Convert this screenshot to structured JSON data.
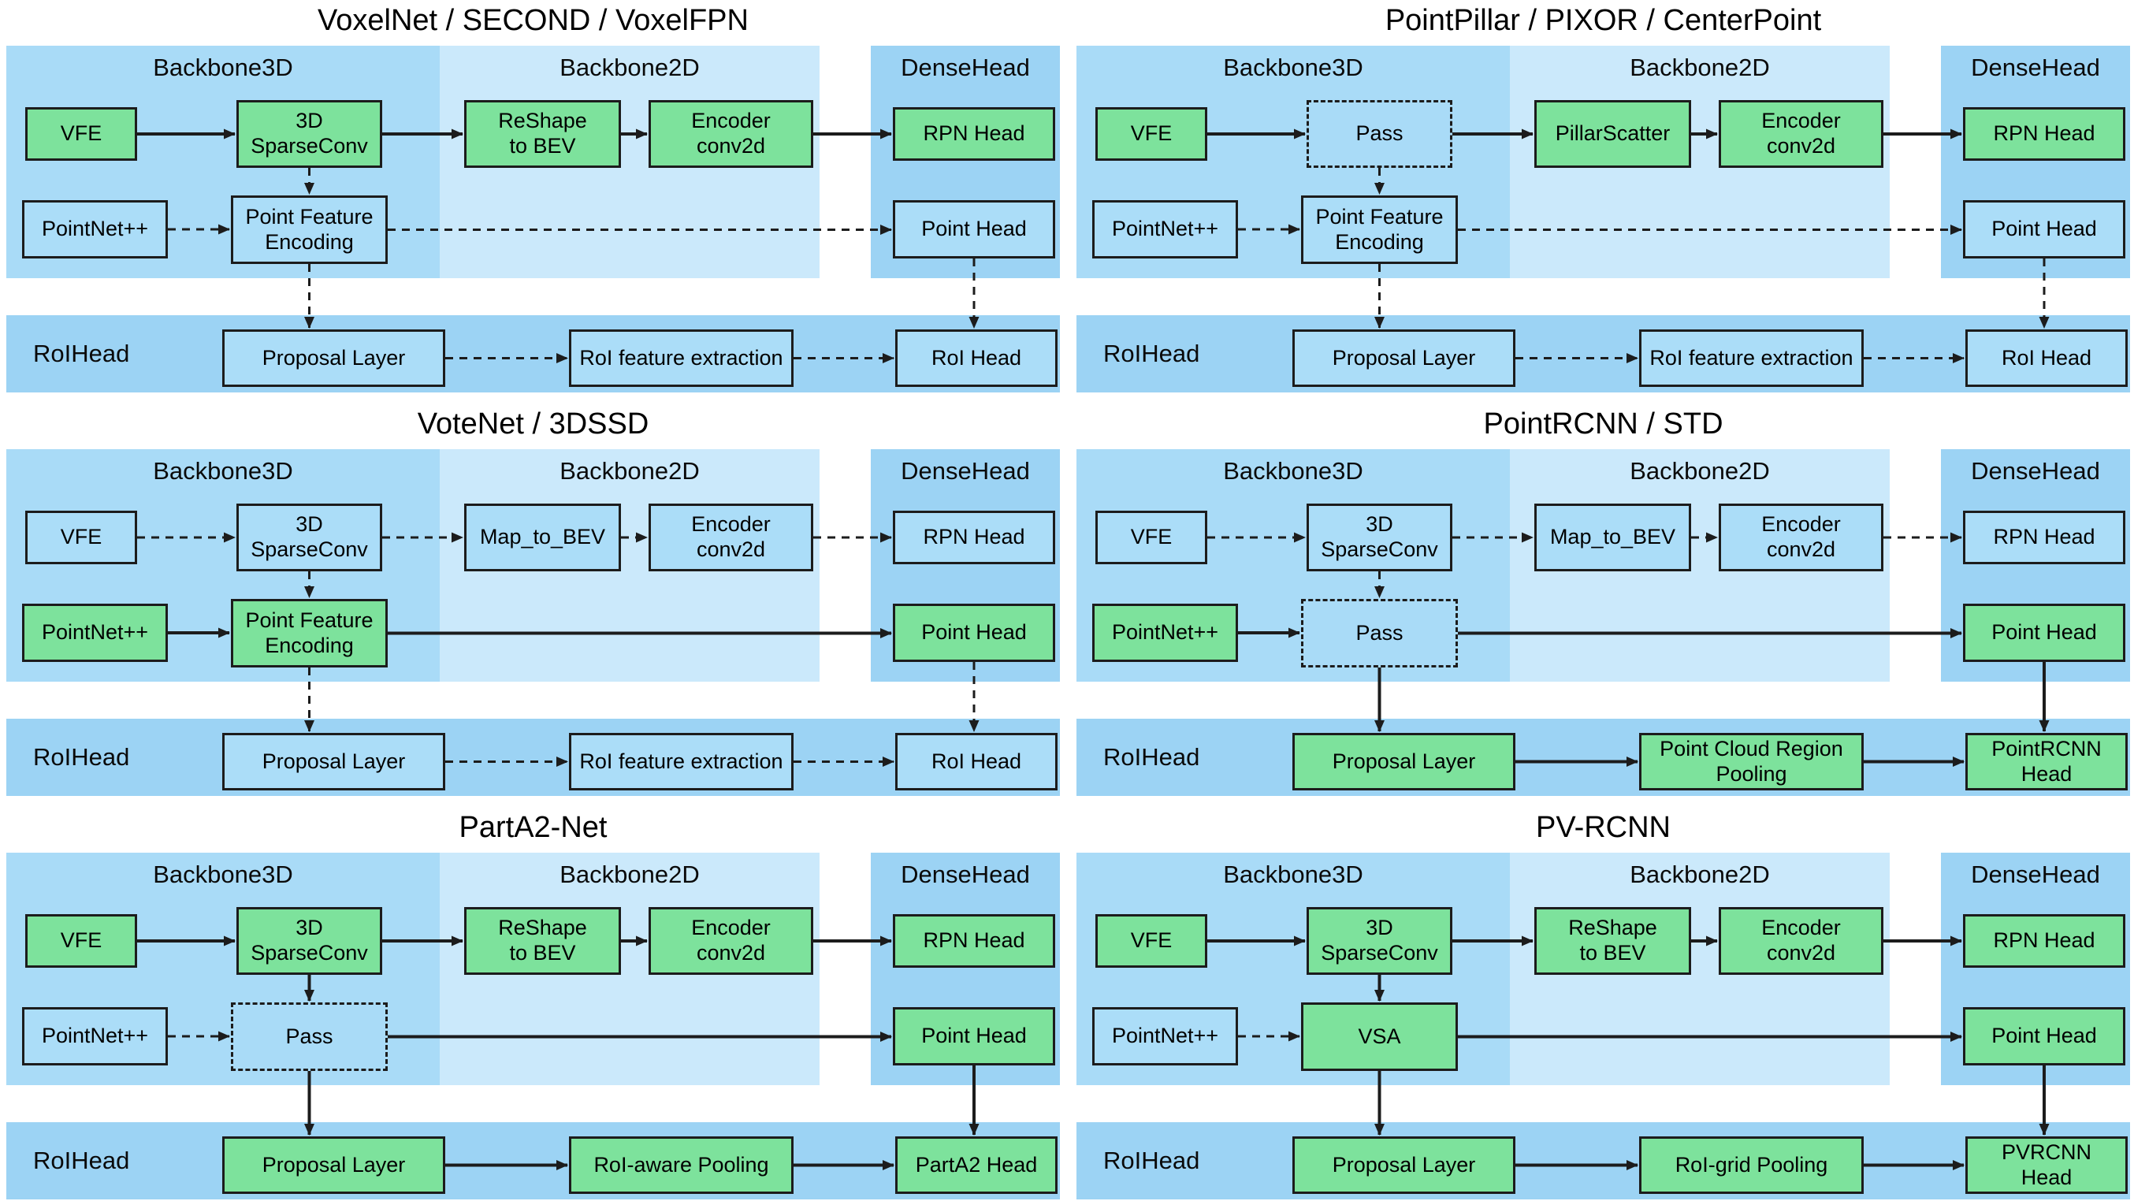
{
  "diagram": {
    "colors": {
      "green_box": "#7de29c",
      "blue_box": "#abddf8",
      "backbone3d_band": "#a9dbf7",
      "backbone2d_band": "#cbe9fb",
      "head_band": "#9cd3f4",
      "arrow": "#1c1c1c"
    },
    "band_labels": {
      "backbone3d": "Backbone3D",
      "backbone2d": "Backbone2D",
      "densehead": "DenseHead",
      "roihead": "RoIHead"
    },
    "panels": [
      {
        "title": "VoxelNet / SECOND / VoxelFPN",
        "boxes": [
          {
            "slot": "A",
            "label": "VFE",
            "style": "green"
          },
          {
            "slot": "B",
            "label": "3D\nSparseConv",
            "style": "green"
          },
          {
            "slot": "C",
            "label": "ReShape\nto BEV",
            "style": "green"
          },
          {
            "slot": "D",
            "label": "Encoder\nconv2d",
            "style": "green"
          },
          {
            "slot": "E",
            "label": "RPN Head",
            "style": "green"
          },
          {
            "slot": "F",
            "label": "PointNet++",
            "style": "blue"
          },
          {
            "slot": "G",
            "label": "Point Feature\nEncoding",
            "style": "blue"
          },
          {
            "slot": "H",
            "label": "Point Head",
            "style": "blue"
          },
          {
            "slot": "I",
            "label": "Proposal Layer",
            "style": "blue"
          },
          {
            "slot": "J",
            "label": "RoI feature extraction",
            "style": "blue"
          },
          {
            "slot": "K",
            "label": "RoI Head",
            "style": "blue"
          }
        ],
        "arrows": [
          {
            "from": "A",
            "to": "B",
            "style": "solid"
          },
          {
            "from": "B",
            "to": "C",
            "style": "solid"
          },
          {
            "from": "C",
            "to": "D",
            "style": "solid"
          },
          {
            "from": "D",
            "to": "E",
            "style": "solid"
          },
          {
            "from": "B",
            "to": "G",
            "style": "dashed"
          },
          {
            "from": "F",
            "to": "G",
            "style": "dashed"
          },
          {
            "from": "G",
            "to": "H",
            "style": "dashed"
          },
          {
            "from": "G",
            "to": "I",
            "style": "dashed"
          },
          {
            "from": "H",
            "to": "K",
            "style": "dashed"
          },
          {
            "from": "I",
            "to": "J",
            "style": "dashed"
          },
          {
            "from": "J",
            "to": "K",
            "style": "dashed"
          }
        ]
      },
      {
        "title": "PointPillar / PIXOR / CenterPoint",
        "boxes": [
          {
            "slot": "A",
            "label": "VFE",
            "style": "green"
          },
          {
            "slot": "B",
            "label": "Pass",
            "style": "pass"
          },
          {
            "slot": "C",
            "label": "PillarScatter",
            "style": "green"
          },
          {
            "slot": "D",
            "label": "Encoder\nconv2d",
            "style": "green"
          },
          {
            "slot": "E",
            "label": "RPN Head",
            "style": "green"
          },
          {
            "slot": "F",
            "label": "PointNet++",
            "style": "blue"
          },
          {
            "slot": "G",
            "label": "Point Feature\nEncoding",
            "style": "blue"
          },
          {
            "slot": "H",
            "label": "Point Head",
            "style": "blue"
          },
          {
            "slot": "I",
            "label": "Proposal Layer",
            "style": "blue"
          },
          {
            "slot": "J",
            "label": "RoI feature extraction",
            "style": "blue"
          },
          {
            "slot": "K",
            "label": "RoI Head",
            "style": "blue"
          }
        ],
        "arrows": [
          {
            "from": "A",
            "to": "B",
            "style": "solid"
          },
          {
            "from": "B",
            "to": "C",
            "style": "solid"
          },
          {
            "from": "C",
            "to": "D",
            "style": "solid"
          },
          {
            "from": "D",
            "to": "E",
            "style": "solid"
          },
          {
            "from": "B",
            "to": "G",
            "style": "dashed"
          },
          {
            "from": "F",
            "to": "G",
            "style": "dashed"
          },
          {
            "from": "G",
            "to": "H",
            "style": "dashed"
          },
          {
            "from": "G",
            "to": "I",
            "style": "dashed"
          },
          {
            "from": "H",
            "to": "K",
            "style": "dashed"
          },
          {
            "from": "I",
            "to": "J",
            "style": "dashed"
          },
          {
            "from": "J",
            "to": "K",
            "style": "dashed"
          }
        ]
      },
      {
        "title": "VoteNet / 3DSSD",
        "boxes": [
          {
            "slot": "A",
            "label": "VFE",
            "style": "blue"
          },
          {
            "slot": "B",
            "label": "3D\nSparseConv",
            "style": "blue"
          },
          {
            "slot": "C",
            "label": "Map_to_BEV",
            "style": "blue"
          },
          {
            "slot": "D",
            "label": "Encoder\nconv2d",
            "style": "blue"
          },
          {
            "slot": "E",
            "label": "RPN Head",
            "style": "blue"
          },
          {
            "slot": "F",
            "label": "PointNet++",
            "style": "green"
          },
          {
            "slot": "G",
            "label": "Point Feature\nEncoding",
            "style": "green"
          },
          {
            "slot": "H",
            "label": "Point Head",
            "style": "green"
          },
          {
            "slot": "I",
            "label": "Proposal Layer",
            "style": "blue"
          },
          {
            "slot": "J",
            "label": "RoI feature extraction",
            "style": "blue"
          },
          {
            "slot": "K",
            "label": "RoI Head",
            "style": "blue"
          }
        ],
        "arrows": [
          {
            "from": "A",
            "to": "B",
            "style": "dashed"
          },
          {
            "from": "B",
            "to": "C",
            "style": "dashed"
          },
          {
            "from": "C",
            "to": "D",
            "style": "dashed"
          },
          {
            "from": "D",
            "to": "E",
            "style": "dashed"
          },
          {
            "from": "B",
            "to": "G",
            "style": "dashed"
          },
          {
            "from": "F",
            "to": "G",
            "style": "solid"
          },
          {
            "from": "G",
            "to": "H",
            "style": "solid"
          },
          {
            "from": "G",
            "to": "I",
            "style": "dashed"
          },
          {
            "from": "H",
            "to": "K",
            "style": "dashed"
          },
          {
            "from": "I",
            "to": "J",
            "style": "dashed"
          },
          {
            "from": "J",
            "to": "K",
            "style": "dashed"
          }
        ]
      },
      {
        "title": "PointRCNN / STD",
        "boxes": [
          {
            "slot": "A",
            "label": "VFE",
            "style": "blue"
          },
          {
            "slot": "B",
            "label": "3D\nSparseConv",
            "style": "blue"
          },
          {
            "slot": "C",
            "label": "Map_to_BEV",
            "style": "blue"
          },
          {
            "slot": "D",
            "label": "Encoder\nconv2d",
            "style": "blue"
          },
          {
            "slot": "E",
            "label": "RPN Head",
            "style": "blue"
          },
          {
            "slot": "F",
            "label": "PointNet++",
            "style": "green"
          },
          {
            "slot": "G",
            "label": "Pass",
            "style": "pass"
          },
          {
            "slot": "H",
            "label": "Point Head",
            "style": "green"
          },
          {
            "slot": "I",
            "label": "Proposal Layer",
            "style": "green"
          },
          {
            "slot": "J",
            "label": "Point Cloud Region\nPooling",
            "style": "green"
          },
          {
            "slot": "K",
            "label": "PointRCNN\nHead",
            "style": "green"
          }
        ],
        "arrows": [
          {
            "from": "A",
            "to": "B",
            "style": "dashed"
          },
          {
            "from": "B",
            "to": "C",
            "style": "dashed"
          },
          {
            "from": "C",
            "to": "D",
            "style": "dashed"
          },
          {
            "from": "D",
            "to": "E",
            "style": "dashed"
          },
          {
            "from": "B",
            "to": "G",
            "style": "dashed"
          },
          {
            "from": "F",
            "to": "G",
            "style": "solid"
          },
          {
            "from": "G",
            "to": "H",
            "style": "solid"
          },
          {
            "from": "G",
            "to": "I",
            "style": "solid"
          },
          {
            "from": "H",
            "to": "K",
            "style": "solid"
          },
          {
            "from": "I",
            "to": "J",
            "style": "solid"
          },
          {
            "from": "J",
            "to": "K",
            "style": "solid"
          }
        ]
      },
      {
        "title": "PartA2-Net",
        "boxes": [
          {
            "slot": "A",
            "label": "VFE",
            "style": "green"
          },
          {
            "slot": "B",
            "label": "3D\nSparseConv",
            "style": "green"
          },
          {
            "slot": "C",
            "label": "ReShape\nto BEV",
            "style": "green"
          },
          {
            "slot": "D",
            "label": "Encoder\nconv2d",
            "style": "green"
          },
          {
            "slot": "E",
            "label": "RPN Head",
            "style": "green"
          },
          {
            "slot": "F",
            "label": "PointNet++",
            "style": "blue"
          },
          {
            "slot": "G",
            "label": "Pass",
            "style": "pass"
          },
          {
            "slot": "H",
            "label": "Point Head",
            "style": "green"
          },
          {
            "slot": "I",
            "label": "Proposal Layer",
            "style": "green"
          },
          {
            "slot": "J",
            "label": "RoI-aware Pooling",
            "style": "green"
          },
          {
            "slot": "K",
            "label": "PartA2 Head",
            "style": "green"
          }
        ],
        "arrows": [
          {
            "from": "A",
            "to": "B",
            "style": "solid"
          },
          {
            "from": "B",
            "to": "C",
            "style": "solid"
          },
          {
            "from": "C",
            "to": "D",
            "style": "solid"
          },
          {
            "from": "D",
            "to": "E",
            "style": "solid"
          },
          {
            "from": "B",
            "to": "G",
            "style": "solid"
          },
          {
            "from": "F",
            "to": "G",
            "style": "dashed"
          },
          {
            "from": "G",
            "to": "H",
            "style": "solid"
          },
          {
            "from": "G",
            "to": "I",
            "style": "solid"
          },
          {
            "from": "H",
            "to": "K",
            "style": "solid"
          },
          {
            "from": "I",
            "to": "J",
            "style": "solid"
          },
          {
            "from": "J",
            "to": "K",
            "style": "solid"
          }
        ]
      },
      {
        "title": "PV-RCNN",
        "boxes": [
          {
            "slot": "A",
            "label": "VFE",
            "style": "green"
          },
          {
            "slot": "B",
            "label": "3D\nSparseConv",
            "style": "green"
          },
          {
            "slot": "C",
            "label": "ReShape\nto BEV",
            "style": "green"
          },
          {
            "slot": "D",
            "label": "Encoder\nconv2d",
            "style": "green"
          },
          {
            "slot": "E",
            "label": "RPN Head",
            "style": "green"
          },
          {
            "slot": "F",
            "label": "PointNet++",
            "style": "blue"
          },
          {
            "slot": "G",
            "label": "VSA",
            "style": "green"
          },
          {
            "slot": "H",
            "label": "Point Head",
            "style": "green"
          },
          {
            "slot": "I",
            "label": "Proposal Layer",
            "style": "green"
          },
          {
            "slot": "J",
            "label": "RoI-grid Pooling",
            "style": "green"
          },
          {
            "slot": "K",
            "label": "PVRCNN\nHead",
            "style": "green"
          }
        ],
        "arrows": [
          {
            "from": "A",
            "to": "B",
            "style": "solid"
          },
          {
            "from": "B",
            "to": "C",
            "style": "solid"
          },
          {
            "from": "C",
            "to": "D",
            "style": "solid"
          },
          {
            "from": "D",
            "to": "E",
            "style": "solid"
          },
          {
            "from": "B",
            "to": "G",
            "style": "solid"
          },
          {
            "from": "F",
            "to": "G",
            "style": "dashed"
          },
          {
            "from": "G",
            "to": "H",
            "style": "solid"
          },
          {
            "from": "G",
            "to": "I",
            "style": "solid"
          },
          {
            "from": "H",
            "to": "K",
            "style": "solid"
          },
          {
            "from": "I",
            "to": "J",
            "style": "solid"
          },
          {
            "from": "J",
            "to": "K",
            "style": "solid"
          }
        ]
      }
    ]
  }
}
